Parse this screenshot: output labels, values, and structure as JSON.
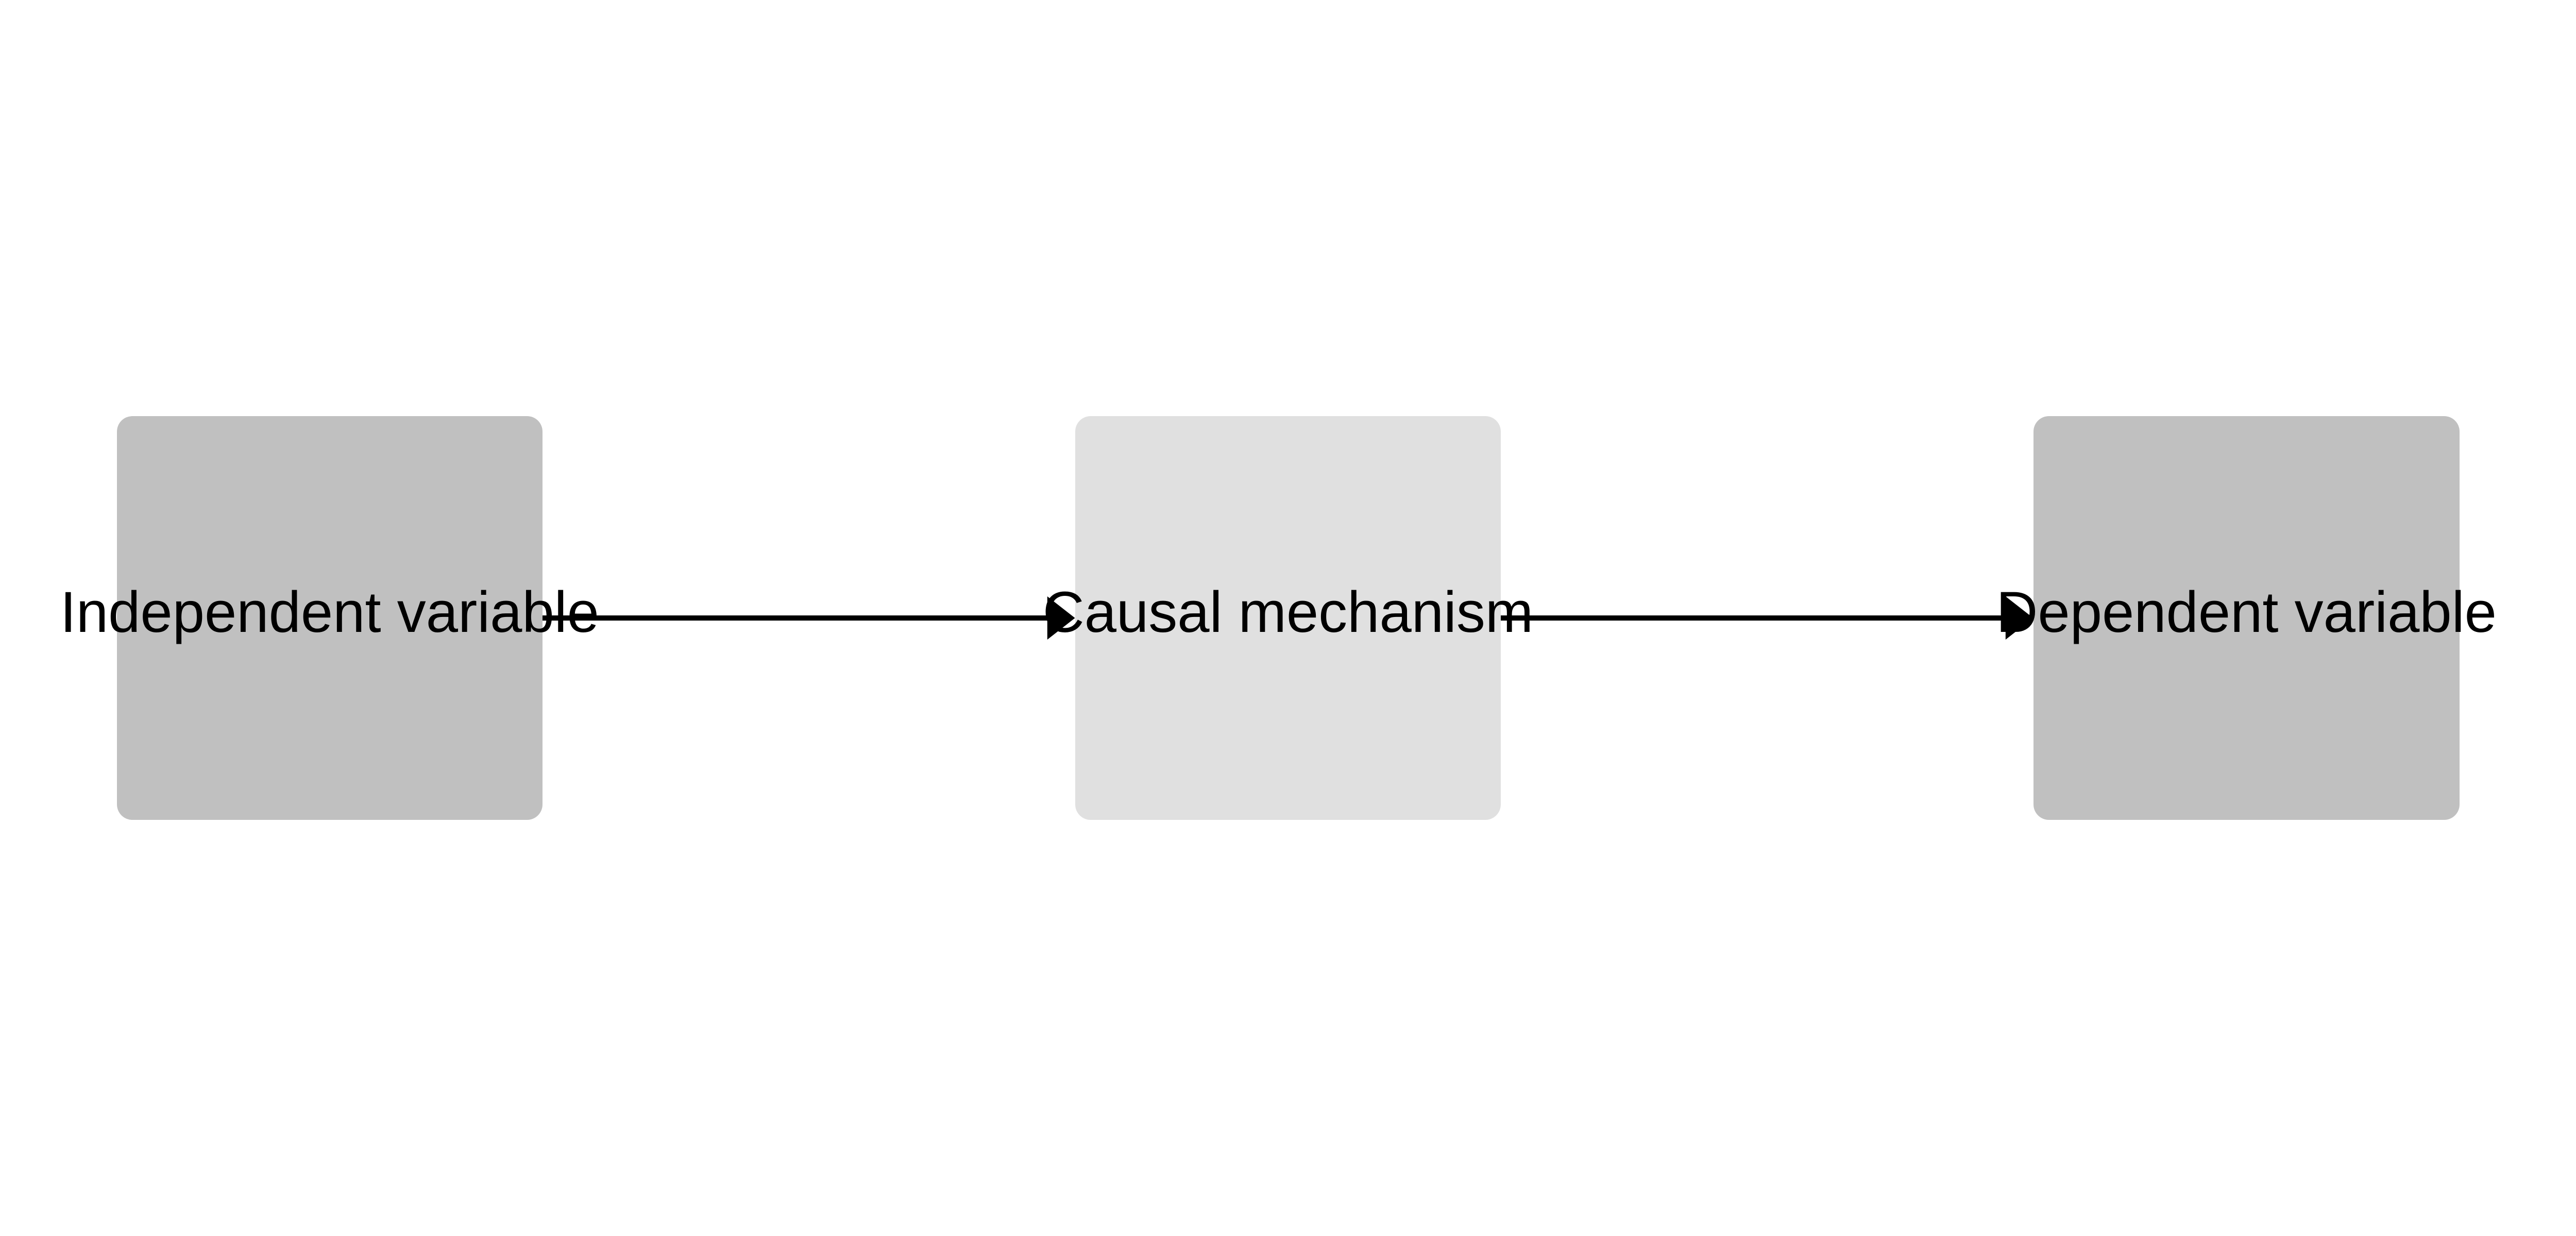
{
  "nodes": [
    {
      "label": "Independent variable",
      "color": "#c0c0c0"
    },
    {
      "label": "Causal mechanism",
      "color": "#e0e0e0"
    },
    {
      "label": "Dependent variable",
      "color": "#c0c0c0"
    }
  ],
  "edges": [
    {
      "from": "Independent variable",
      "to": "Causal mechanism"
    },
    {
      "from": "Causal mechanism",
      "to": "Dependent variable"
    }
  ],
  "edge_color": "#000000"
}
